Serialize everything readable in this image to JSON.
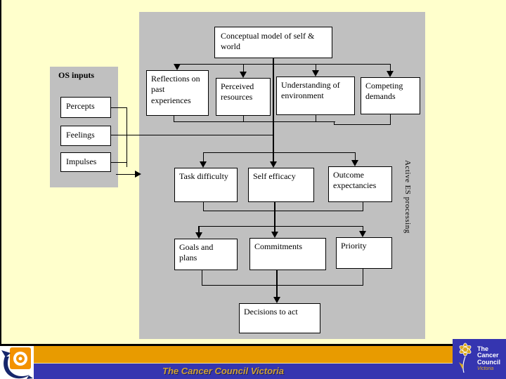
{
  "slide": {
    "title_box": "Conceptual model of self & world",
    "os_panel": {
      "title": "OS inputs",
      "items": [
        {
          "label": "Percepts"
        },
        {
          "label": "Feelings"
        },
        {
          "label": "Impulses"
        }
      ]
    },
    "top_row": [
      {
        "label": "Reflections on past experiences"
      },
      {
        "label": "Perceived resources"
      },
      {
        "label": "Understanding of environment"
      },
      {
        "label": "Competing demands"
      }
    ],
    "mid_row": [
      {
        "label": "Task difficulty"
      },
      {
        "label": "Self efficacy"
      },
      {
        "label": "Outcome expectancies"
      }
    ],
    "lower_row": [
      {
        "label": "Goals and plans"
      },
      {
        "label": "Commitments"
      },
      {
        "label": "Priority"
      }
    ],
    "decision_box": "Decisions to act",
    "side_label": "Active ES processing"
  },
  "footer": {
    "slide_title": "The Cancer Council Victoria",
    "logo_right": {
      "line1": "The",
      "line2": "Cancer",
      "line3": "Council",
      "region": "Victoria"
    },
    "icons": {
      "left": "cancer-council-swirl-logo",
      "right": "daffodil-logo"
    }
  },
  "colors": {
    "background": "#FFFFCC",
    "diagram_bg": "#C0C0C0",
    "box_bg": "#FFFFFF",
    "line": "#000000",
    "orange_bar": "#E89B00",
    "blue_bar": "#3535B0",
    "footer_text_gold": "#CFA235",
    "logo_navy": "#16266B",
    "logo_orange": "#F39200",
    "daffodil_gold": "#D9A71F"
  }
}
